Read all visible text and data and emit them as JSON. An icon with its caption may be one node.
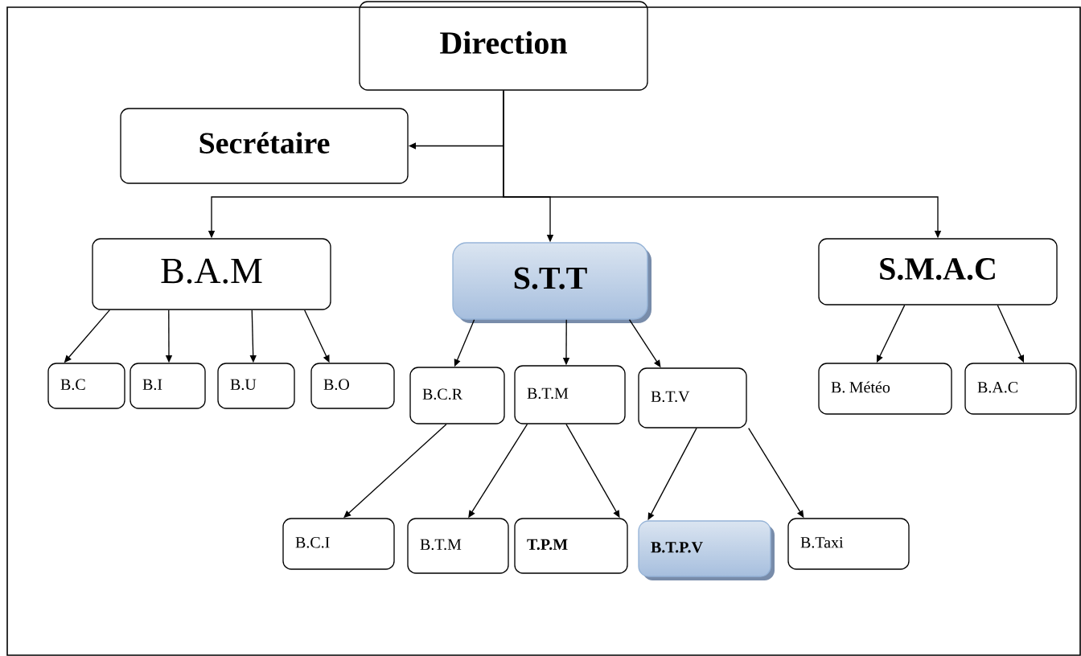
{
  "diagram": {
    "nodes": [
      {
        "text": [
          "Direction"
        ]
      },
      {
        "text": [
          "Secrétaire"
        ]
      },
      {
        "text": [
          "B.A.M"
        ]
      },
      {
        "text": [
          "S.T.T"
        ]
      },
      {
        "text": [
          "S.M.A.C"
        ]
      },
      {
        "text": [
          "B.C"
        ]
      },
      {
        "text": [
          "B.I"
        ]
      },
      {
        "text": [
          "B.U"
        ]
      },
      {
        "text": [
          "B.O"
        ]
      },
      {
        "text": [
          "B.C.R"
        ]
      },
      {
        "text": [
          "B.T.M"
        ]
      },
      {
        "text": [
          "B.T.V"
        ]
      },
      {
        "text": [
          "B. Météo"
        ]
      },
      {
        "text": [
          "B.A.C"
        ]
      },
      {
        "text": [
          "B.C.I"
        ]
      },
      {
        "text": [
          "B.T.M"
        ]
      },
      {
        "text": [
          "T.P.M"
        ]
      },
      {
        "text": [
          "B.T.P.V"
        ]
      },
      {
        "text": [
          "B.Taxi"
        ]
      }
    ],
    "edges": [
      {
        "from": 0,
        "to": 1,
        "arrow": "to"
      },
      {
        "from": 0,
        "to": 2,
        "arrow": "to"
      },
      {
        "from": 0,
        "to": 3,
        "arrow": "to"
      },
      {
        "from": 0,
        "to": 4,
        "arrow": "to"
      },
      {
        "from": 2,
        "to": 5,
        "arrow": "to"
      },
      {
        "from": 2,
        "to": 6,
        "arrow": "to"
      },
      {
        "from": 2,
        "to": 7,
        "arrow": "to"
      },
      {
        "from": 2,
        "to": 8,
        "arrow": "to"
      },
      {
        "from": 3,
        "to": 9,
        "arrow": "to"
      },
      {
        "from": 3,
        "to": 10,
        "arrow": "to"
      },
      {
        "from": 3,
        "to": 11,
        "arrow": "to"
      },
      {
        "from": 4,
        "to": 12,
        "arrow": "to"
      },
      {
        "from": 4,
        "to": 13,
        "arrow": "to"
      },
      {
        "from": 9,
        "to": 14,
        "arrow": "to"
      },
      {
        "from": 10,
        "to": 15,
        "arrow": "to"
      },
      {
        "from": 10,
        "to": 16,
        "arrow": "to"
      },
      {
        "from": 11,
        "to": 17,
        "arrow": "to"
      },
      {
        "from": 11,
        "to": 18,
        "arrow": "to"
      }
    ]
  }
}
